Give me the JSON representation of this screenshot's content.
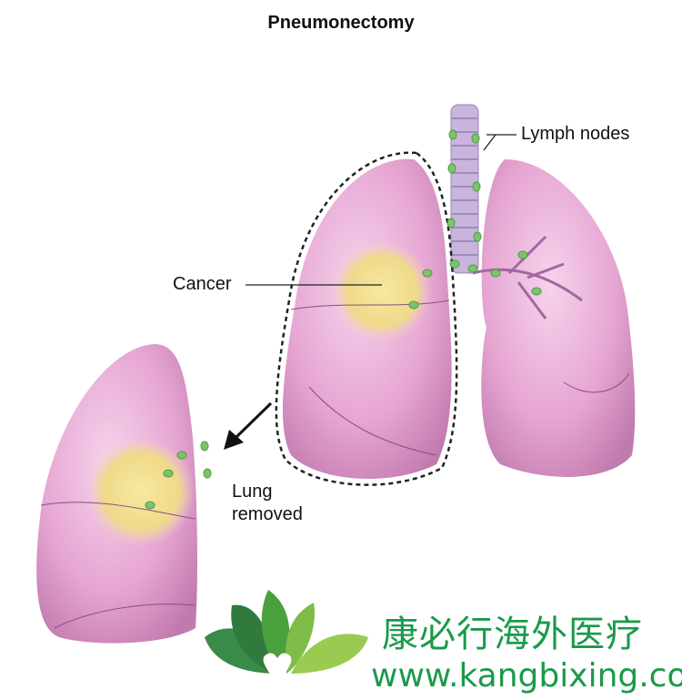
{
  "title": "Pneumonectomy",
  "labels": {
    "lymph_nodes": "Lymph nodes",
    "cancer": "Cancer",
    "lung_removed_line1": "Lung",
    "lung_removed_line2": "removed"
  },
  "watermark": {
    "chinese": "康必行海外医疗",
    "url": "www.kangbixing.com"
  },
  "colors": {
    "lung": "#e7a9d4",
    "lung_dark": "#c77fb4",
    "tumor": "#f3e49a",
    "node": "#7cc46a",
    "brand_green": "#1a9a4a"
  }
}
